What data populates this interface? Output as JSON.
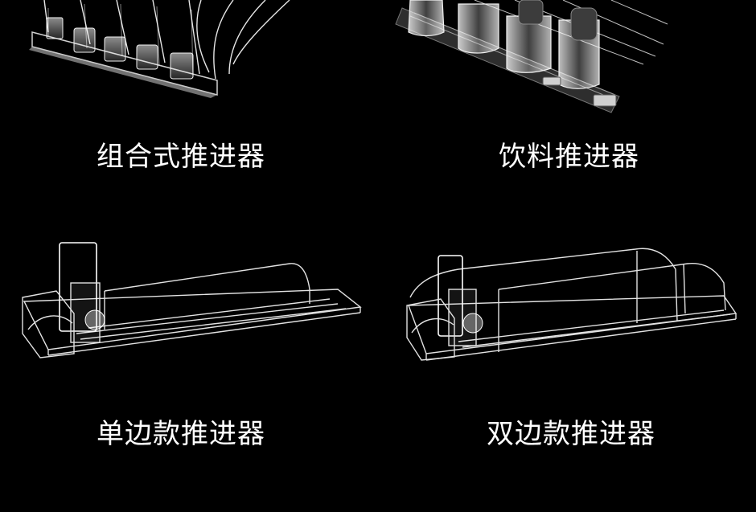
{
  "products": [
    {
      "caption": "组合式推进器",
      "image_icon": "modular-pusher-image"
    },
    {
      "caption": "饮料推进器",
      "image_icon": "beverage-pusher-image"
    },
    {
      "caption": "单边款推进器",
      "image_icon": "single-side-pusher-image"
    },
    {
      "caption": "双边款推进器",
      "image_icon": "double-side-pusher-image"
    }
  ],
  "colors": {
    "background": "#000000",
    "caption_text": "#ffffff",
    "acrylic_edge": "#d8d8d8",
    "rail_dark": "#3a3a3a"
  }
}
